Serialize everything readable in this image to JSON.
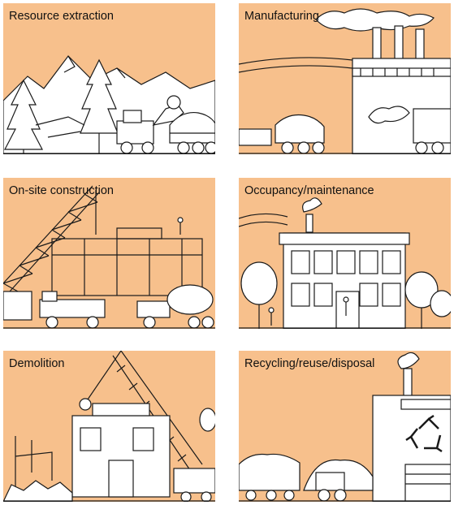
{
  "colors": {
    "panel_background": "#f7c08c",
    "ink": "#1a1a1a",
    "paper": "#ffffff"
  },
  "panels": [
    {
      "label": "Resource extraction"
    },
    {
      "label": "Manufacturing"
    },
    {
      "label": "On-site construction"
    },
    {
      "label": "Occupancy/maintenance"
    },
    {
      "label": "Demolition"
    },
    {
      "label": "Recycling/reuse/disposal"
    }
  ]
}
